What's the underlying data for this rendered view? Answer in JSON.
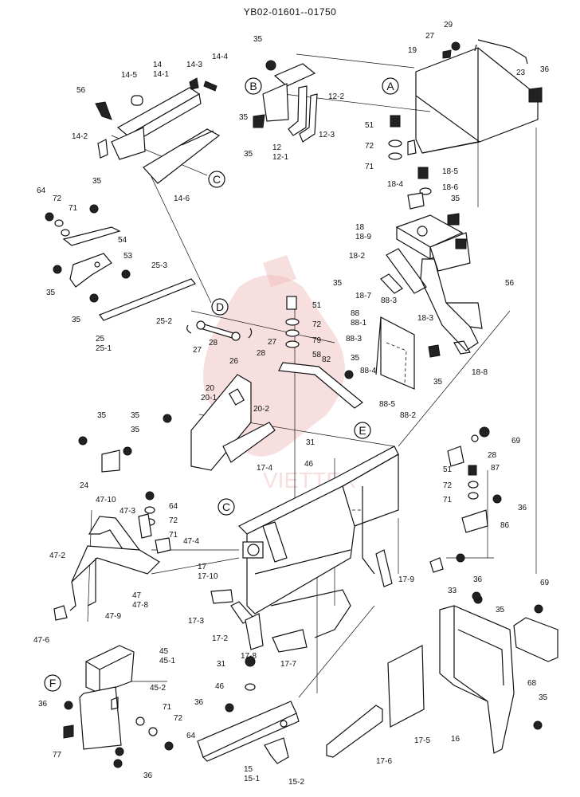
{
  "header": {
    "title": "YB02-01601--01750"
  },
  "watermark": {
    "text": "VIETTEX",
    "color": "#f0b8b8"
  },
  "callouts": [
    {
      "id": "callout-a",
      "letter": "A"
    },
    {
      "id": "callout-b",
      "letter": "B"
    },
    {
      "id": "callout-c-top",
      "letter": "C"
    },
    {
      "id": "callout-c-mid",
      "letter": "C"
    },
    {
      "id": "callout-d",
      "letter": "D"
    },
    {
      "id": "callout-e",
      "letter": "E"
    },
    {
      "id": "callout-f",
      "letter": "F"
    }
  ],
  "labels": [
    "35",
    "14",
    "14-1",
    "14-3",
    "14-4",
    "14-5",
    "56",
    "14-2",
    "14-6",
    "12-2",
    "12-3",
    "12",
    "12-1",
    "35",
    "35",
    "29",
    "27",
    "19",
    "23",
    "36",
    "51",
    "72",
    "71",
    "18-5",
    "18-6",
    "18-4",
    "35",
    "18",
    "18-9",
    "18-2",
    "35",
    "18-7",
    "56",
    "18-3",
    "18-8",
    "35",
    "88-3",
    "88",
    "88-1",
    "88-3",
    "88-4",
    "88-5",
    "88-2",
    "64",
    "72",
    "71",
    "35",
    "54",
    "35",
    "53",
    "25-3",
    "35",
    "25",
    "25-1",
    "25-2",
    "27",
    "28",
    "26",
    "28",
    "27",
    "51",
    "72",
    "79",
    "58",
    "35",
    "82",
    "20",
    "20-1",
    "20-2",
    "35",
    "35",
    "35",
    "24",
    "31",
    "46",
    "17-4",
    "69",
    "28",
    "87",
    "51",
    "72",
    "71",
    "36",
    "86",
    "47-10",
    "47-3",
    "64",
    "72",
    "71",
    "47-4",
    "47-2",
    "47",
    "47-8",
    "47-9",
    "47-6",
    "17",
    "17-10",
    "17-3",
    "17-2",
    "17-8",
    "17-7",
    "17-9",
    "33",
    "36",
    "69",
    "35",
    "68",
    "45",
    "45-1",
    "45-2",
    "71",
    "72",
    "64",
    "36",
    "77",
    "36",
    "31",
    "46",
    "36",
    "15",
    "15-1",
    "15-2",
    "17-6",
    "17-5",
    "16",
    "35"
  ]
}
